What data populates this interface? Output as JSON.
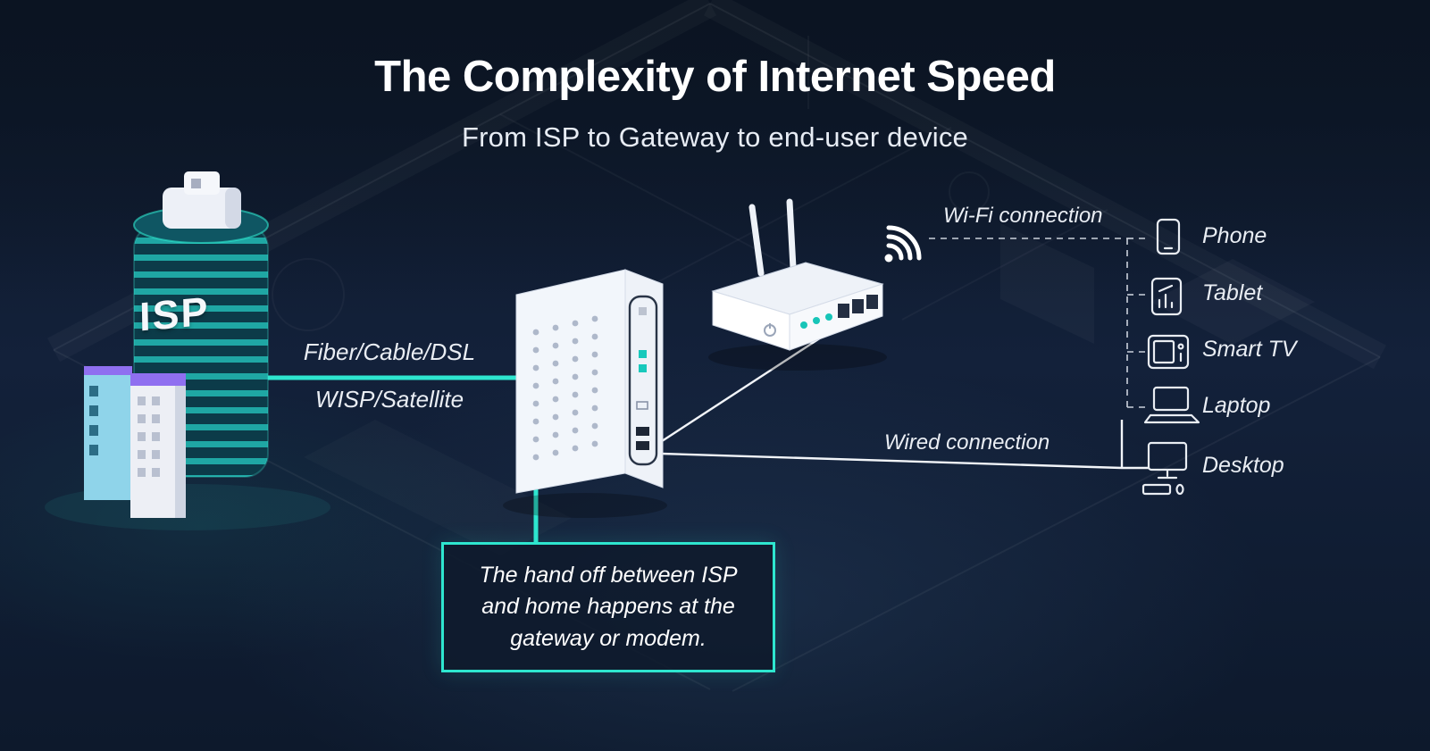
{
  "header": {
    "title": "The Complexity of Internet Speed",
    "subtitle": "From ISP to Gateway to end-user device"
  },
  "isp_building": {
    "label": "ISP"
  },
  "isp_link": {
    "label_top": "Fiber/Cable/DSL",
    "label_bottom": "WISP/Satellite"
  },
  "connections": {
    "wifi_label": "Wi-Fi connection",
    "wired_label": "Wired connection"
  },
  "devices": [
    {
      "id": "phone",
      "icon": "phone-icon",
      "label": "Phone",
      "connection": "wifi"
    },
    {
      "id": "tablet",
      "icon": "tablet-icon",
      "label": "Tablet",
      "connection": "wifi"
    },
    {
      "id": "smart-tv",
      "icon": "smart-tv-icon",
      "label": "Smart TV",
      "connection": "wifi"
    },
    {
      "id": "laptop",
      "icon": "laptop-icon",
      "label": "Laptop",
      "connection": "wifi"
    },
    {
      "id": "desktop",
      "icon": "desktop-icon",
      "label": "Desktop",
      "connection": "wired"
    }
  ],
  "callout": {
    "text": "The hand off between ISP and home happens at the gateway or modem."
  },
  "colors": {
    "background": "#0d192c",
    "accent_teal": "#2ee6cf",
    "text": "#ffffff",
    "muted_text": "#e9edf3"
  }
}
